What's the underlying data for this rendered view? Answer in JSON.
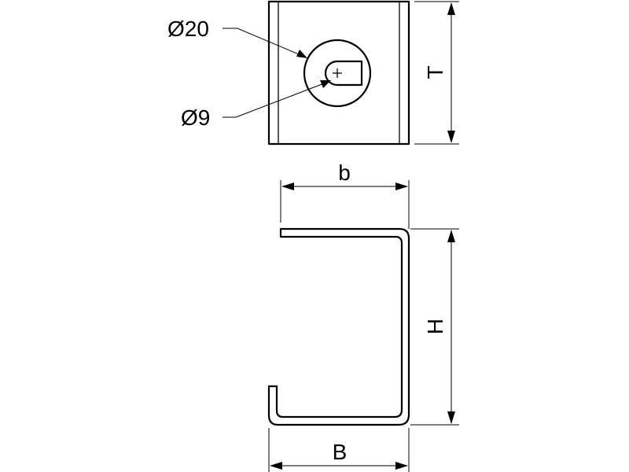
{
  "dimensions": {
    "outer_diameter": "Ø20",
    "slot_diameter": "Ø9",
    "thickness": "T",
    "inner_width": "b",
    "height": "H",
    "outer_width": "B"
  },
  "colors": {
    "line": "#000000",
    "background": "#ffffff"
  }
}
